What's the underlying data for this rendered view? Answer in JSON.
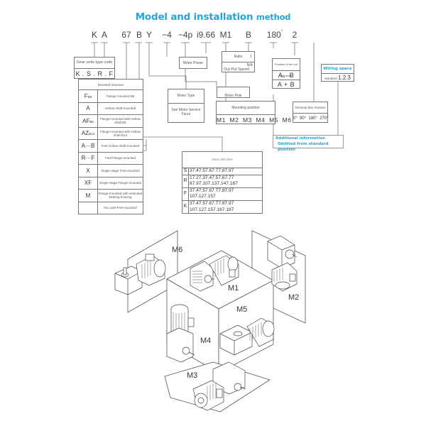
{
  "title": {
    "main": "Model and installation",
    "suffix": "method"
  },
  "model_code": [
    {
      "id": "K",
      "text": "K"
    },
    {
      "id": "A",
      "text": "A"
    },
    {
      "id": "size",
      "text": "67"
    },
    {
      "id": "B",
      "text": "B"
    },
    {
      "id": "Y",
      "text": "Y"
    },
    {
      "id": "power",
      "text": "−4"
    },
    {
      "id": "pole",
      "text": "−4p"
    },
    {
      "id": "ratio",
      "text": "i9.66"
    },
    {
      "id": "mount",
      "text": "M1"
    },
    {
      "id": "shaft",
      "text": "B"
    },
    {
      "id": "terminal",
      "text": "180",
      "sup": "°"
    },
    {
      "id": "wiring",
      "text": "2"
    }
  ],
  "gear_type": {
    "label": "Gear units type code",
    "value": "K . S . R . F"
  },
  "mounted_structure": {
    "header": "Mounted structure",
    "rows": [
      {
        "code": "F",
        "sub": "B5",
        "desc": "Flange-mounted B5"
      },
      {
        "code": "A",
        "sub": "",
        "desc": "Hollow shaft-mounted"
      },
      {
        "code": "AF",
        "sub": "B5",
        "desc": "Flange-mounted with Hollow shaft B5"
      },
      {
        "code": "AZ",
        "sub": "B14",
        "desc": "Flange-mounted with Hollow shaft B14"
      },
      {
        "code": "A···B",
        "sub": "",
        "desc": "Feet Hollow shaft-mounted"
      },
      {
        "code": "R···F",
        "sub": "",
        "desc": "Feet Flange-mounted"
      },
      {
        "code": "X",
        "sub": "",
        "desc": "Single-stage Feet-mounted"
      },
      {
        "code": "XF",
        "sub": "",
        "desc": "Single-stage Flange-mounted"
      },
      {
        "code": "M",
        "sub": "",
        "desc": "Flange-mounted with extended bearing housing"
      },
      {
        "code": "",
        "sub": "",
        "desc": "No code-Feet-mounted"
      }
    ]
  },
  "motor_power": {
    "label": "Motor Power"
  },
  "motor_type": {
    "label": "Motor Type",
    "desc": "See Motor Service Facor"
  },
  "ratio_box": {
    "label": "Ratio",
    "symbol": "i",
    "speed_label": "Out Put Speed",
    "speed_symbol": "N/A"
  },
  "motor_pole": {
    "label": "Motor Pole"
  },
  "mounting_position": {
    "label": "Mounting position",
    "values": "M1  M2  M3  M4  M5  M6"
  },
  "shaft_position": {
    "label": "Position of the out put shaft",
    "values": [
      "A、B",
      "A + B"
    ]
  },
  "terminal_box": {
    "label": "Terminal Box Position",
    "values": "0°  90°  180°  270°"
  },
  "wiring_space": {
    "label": "Wiring space",
    "prefix": "standard",
    "values": "1.2.3"
  },
  "additional_info": {
    "line1": "Additional information",
    "line2": "Omitted from standard position"
  },
  "gear_unit_size": {
    "header": "Gear Unit Size",
    "rows": [
      {
        "type": "S",
        "lines": [
          "37.47.57.67.77.87.97"
        ]
      },
      {
        "type": "R",
        "lines": [
          "17.27.37.47.57.67.77",
          "87.97.107.137.147.167"
        ]
      },
      {
        "type": "F",
        "lines": [
          "37.47.57.67.77.87.97",
          "107.127.157"
        ]
      },
      {
        "type": "K",
        "lines": [
          "37.47.57.67.77.87.97",
          "107.127.157.167.187"
        ]
      }
    ]
  },
  "positions": {
    "M1": "M1",
    "M2": "M2",
    "M3": "M3",
    "M4": "M4",
    "M5": "M5",
    "M6": "M6"
  },
  "colors": {
    "accent": "#2aa3d6",
    "line": "#777777",
    "text": "#333333"
  }
}
